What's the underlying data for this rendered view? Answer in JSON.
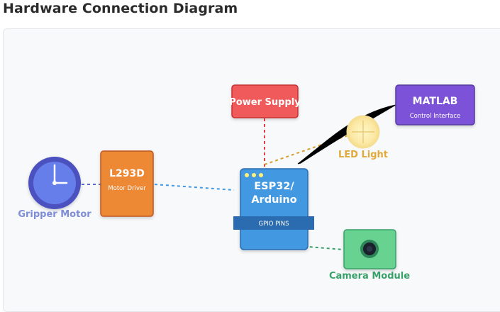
{
  "page": {
    "title": "Hardware Connection Diagram"
  },
  "diagram": {
    "nodes": {
      "power_supply": {
        "label": "Power Supply",
        "color": "#f05a5a"
      },
      "matlab": {
        "label": "MATLAB",
        "sublabel": "Control Interface",
        "color": "#7b52d8"
      },
      "led": {
        "label": "LED Light",
        "color": "#f3c84a"
      },
      "l293d": {
        "label": "L293D",
        "sublabel": "Motor Driver",
        "color": "#ed8936"
      },
      "gripper": {
        "label": "Gripper Motor",
        "color": "#5a67d8"
      },
      "esp32": {
        "label_line1": "ESP32/",
        "label_line2": "Arduino",
        "strip_label": "GPIO PINS",
        "color": "#4299e1"
      },
      "camera": {
        "label": "Camera Module",
        "color": "#48bb78"
      }
    },
    "connections": [
      {
        "from": "gripper",
        "to": "l293d",
        "color": "#5a67d8"
      },
      {
        "from": "l293d",
        "to": "esp32",
        "color": "#4299e1"
      },
      {
        "from": "power_supply",
        "to": "esp32",
        "color": "#e53e3e"
      },
      {
        "from": "esp32",
        "to": "led",
        "color": "#d69e2e"
      },
      {
        "from": "esp32",
        "to": "camera",
        "color": "#38a169"
      },
      {
        "from": "matlab",
        "to": "esp32",
        "color": "#000000"
      }
    ]
  }
}
